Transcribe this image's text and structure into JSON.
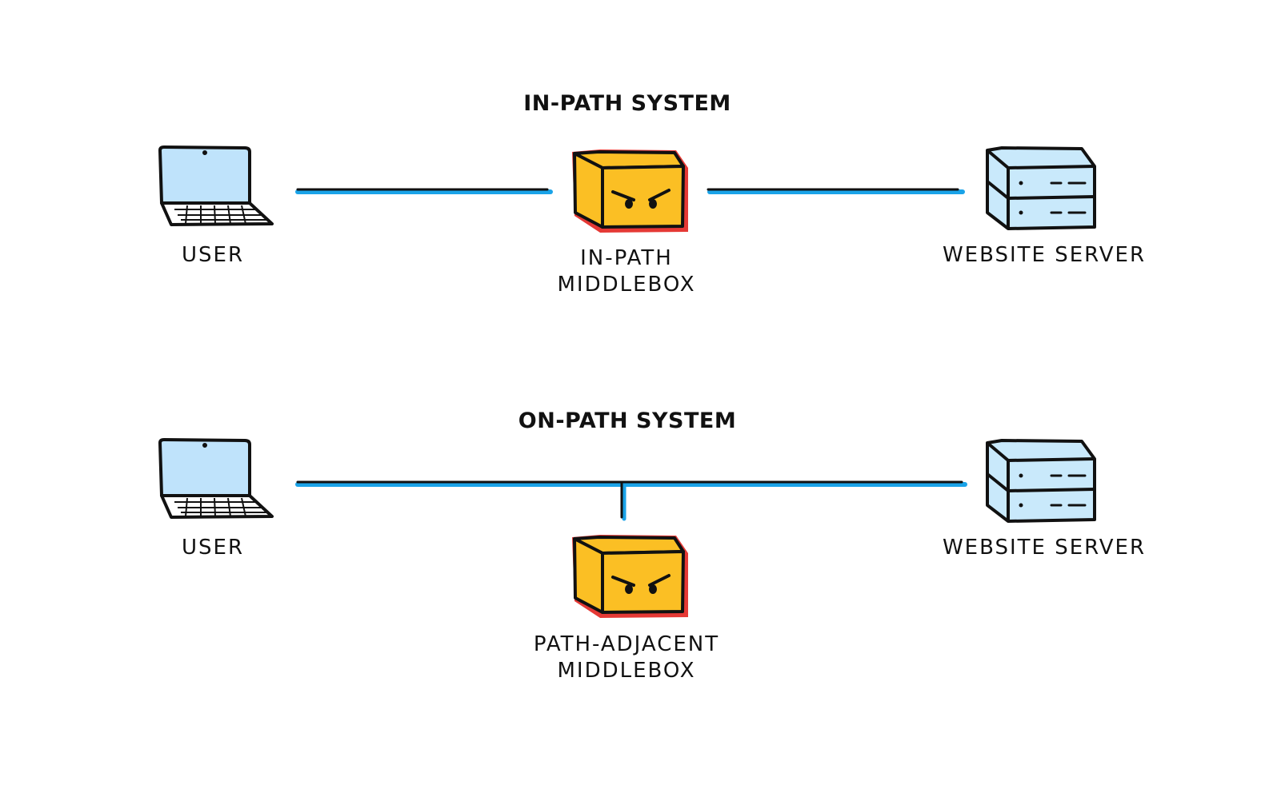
{
  "in_path": {
    "title": "IN-PATH SYSTEM",
    "user_label": "USER",
    "middlebox_label_line1": "IN-PATH",
    "middlebox_label_line2": "MIDDLEBOX",
    "server_label": "WEBSITE SERVER"
  },
  "on_path": {
    "title": "ON-PATH SYSTEM",
    "user_label": "USER",
    "middlebox_label_line1": "PATH-ADJACENT",
    "middlebox_label_line2": "MIDDLEBOX",
    "server_label": "WEBSITE SERVER"
  },
  "colors": {
    "link_blue": "#1aa3e8",
    "laptop_screen": "#bfe3fb",
    "server_fill": "#c9e9fb",
    "box_yellow": "#fbbf24",
    "box_red": "#e53935",
    "outline": "#111111"
  },
  "icons": {
    "user": "laptop-icon",
    "middlebox": "angry-box-icon",
    "server": "server-icon"
  }
}
